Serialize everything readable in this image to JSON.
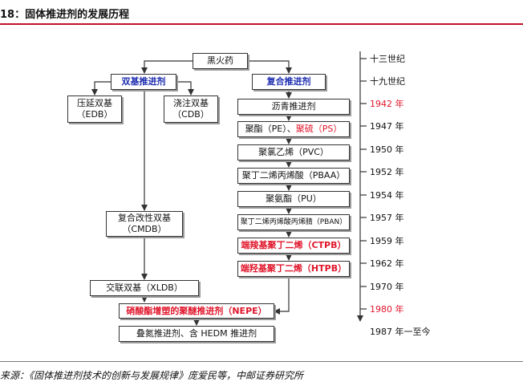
{
  "header": {
    "title": "18：固体推进剂的发展历程"
  },
  "nodes": {
    "gunpowder": "黑火药",
    "double_base": "双基推进剂",
    "composite": "复合推进剂",
    "edb": [
      "压延双基",
      "（EDB）"
    ],
    "cdb": [
      "浇注双基",
      "（CDB）"
    ],
    "asphalt": "沥青推进剂",
    "pe_ps": {
      "main": "聚酯（PE）、",
      "highlight": "聚硫（PS）"
    },
    "pvc": "聚氯乙烯（PVC）",
    "pbaa": "聚丁二烯丙烯酸（PBAA）",
    "pu": "聚氨酯（PU）",
    "cmdb": [
      "复合改性双基",
      "（CMDB）"
    ],
    "pban": "聚丁二烯丙烯酸丙烯腈（PBAN）",
    "ctpb": "端羧基聚丁二烯（CTPB）",
    "htpb": "端羟基聚丁二烯（HTPB）",
    "xldb": "交联双基（XLDB）",
    "nepe": "硝酸酯增塑的聚醚推进剂（NEPE）",
    "hedm": "叠氮推进剂、含 HEDM 推进剂"
  },
  "timeline": [
    {
      "label": "十三世纪",
      "highlight": false
    },
    {
      "label": "十九世纪",
      "highlight": false
    },
    {
      "label": "1942 年",
      "highlight": true
    },
    {
      "label": "1947 年",
      "highlight": false
    },
    {
      "label": "1950 年",
      "highlight": false
    },
    {
      "label": "1952 年",
      "highlight": false
    },
    {
      "label": "1954 年",
      "highlight": false
    },
    {
      "label": "1957 年",
      "highlight": false
    },
    {
      "label": "1959 年",
      "highlight": false
    },
    {
      "label": "1962 年",
      "highlight": false
    },
    {
      "label": "1970 年",
      "highlight": false
    },
    {
      "label": "1980 年",
      "highlight": true
    },
    {
      "label": "1987 年一至今",
      "highlight": false
    }
  ],
  "colors": {
    "accent_red": "#e0162b",
    "blue_text": "#1f2fb0",
    "header_rule": "#c0102a"
  },
  "footer": {
    "source": "来源：《固体推进剂技术的创新与发展规律》庞爱民等，中邮证券研究所"
  }
}
